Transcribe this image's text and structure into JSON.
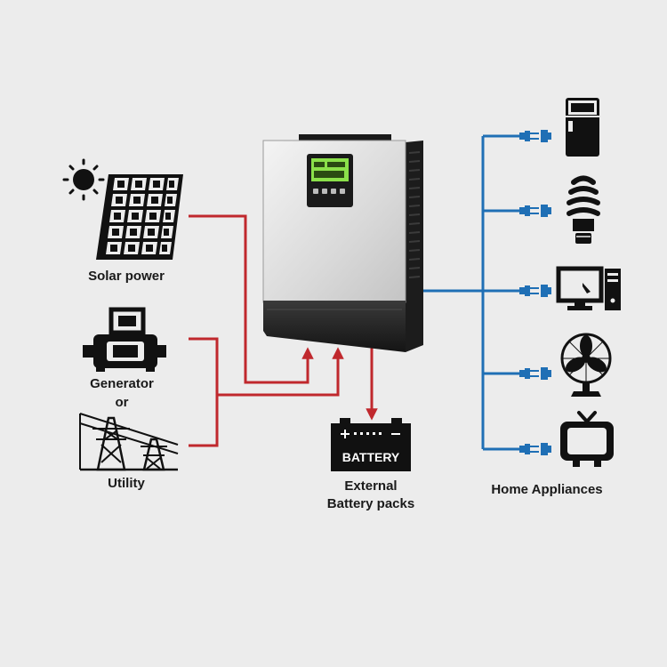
{
  "sources": {
    "solar": {
      "label": "Solar power",
      "icon": "solar-panel-icon"
    },
    "generator": {
      "label_line1": "Generator",
      "label_line2": "or",
      "icon": "generator-icon"
    },
    "utility": {
      "label": "Utility",
      "icon": "power-pylon-icon"
    }
  },
  "battery": {
    "icon_text": "BATTERY",
    "label_line1": "External",
    "label_line2": "Battery packs"
  },
  "appliances": {
    "label": "Home Appliances",
    "items": [
      {
        "name": "refrigerator",
        "icon": "refrigerator-icon"
      },
      {
        "name": "light bulb",
        "icon": "cfl-bulb-icon"
      },
      {
        "name": "desktop computer",
        "icon": "desktop-computer-icon"
      },
      {
        "name": "fan",
        "icon": "fan-icon"
      },
      {
        "name": "television",
        "icon": "tv-icon"
      }
    ]
  },
  "inverter": {
    "icon": "inverter-icon",
    "display_color": "#8be04a"
  },
  "colors": {
    "input_line": "#c0282d",
    "output_line": "#1f6fb5",
    "icon": "#111111",
    "background": "#ececec"
  }
}
